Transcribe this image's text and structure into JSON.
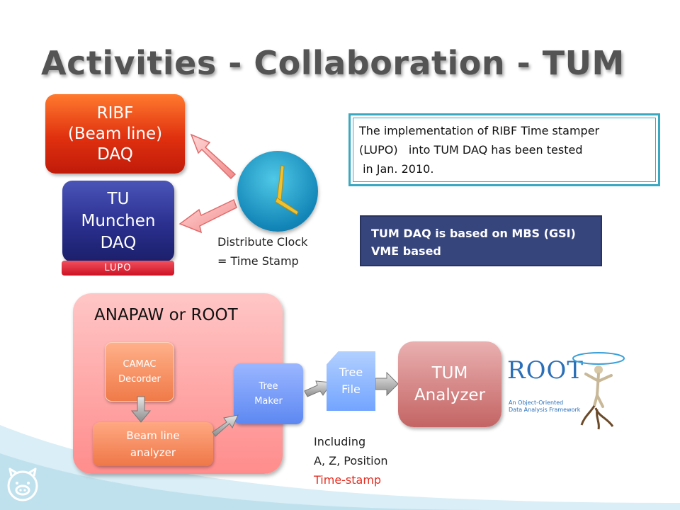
{
  "title": "Activities - Collaboration - TUM",
  "ribf": {
    "lines": [
      "RIBF",
      "(Beam line)",
      "DAQ"
    ]
  },
  "tum_daq": {
    "lines": [
      "TU",
      "Munchen",
      "DAQ"
    ]
  },
  "lupo": "LUPO",
  "clock_caption": {
    "line1": "Distribute Clock",
    "line2": "= Time Stamp"
  },
  "implementation_note": {
    "line1": "The implementation of RIBF Time stamper",
    "line2": "(LUPO)   into TUM DAQ has been tested",
    "line3": " in Jan. 2010."
  },
  "mbs_note": {
    "line1": "TUM DAQ is based on MBS (GSI)",
    "line2": "VME based"
  },
  "anapaw": {
    "title": "ANAPAW or ROOT",
    "camac": [
      "CAMAC",
      "Decorder"
    ],
    "beam_line": [
      "Beam line",
      "analyzer"
    ],
    "tree_maker": [
      "Tree",
      "Maker"
    ]
  },
  "tree_file": [
    "Tree",
    "File"
  ],
  "tum_analyzer": [
    "TUM",
    "Analyzer"
  ],
  "including": {
    "line1": "Including",
    "line2": "A, Z, Position",
    "line3": "Time-stamp"
  },
  "root_logo": {
    "word": "ROOT",
    "sub1": "An Object-Oriented",
    "sub2": "Data Analysis Framework"
  },
  "colors": {
    "ribf": "#e0300f",
    "tum_daq": "#2a2f8e",
    "lupo": "#cc1224",
    "anapaw": "#ff8c8c",
    "mbs": "#37457d",
    "accent": "#3aa8c0",
    "red_text": "#e52d20"
  },
  "icons": [
    "clock-icon",
    "pig-icon",
    "root-figure-icon"
  ]
}
